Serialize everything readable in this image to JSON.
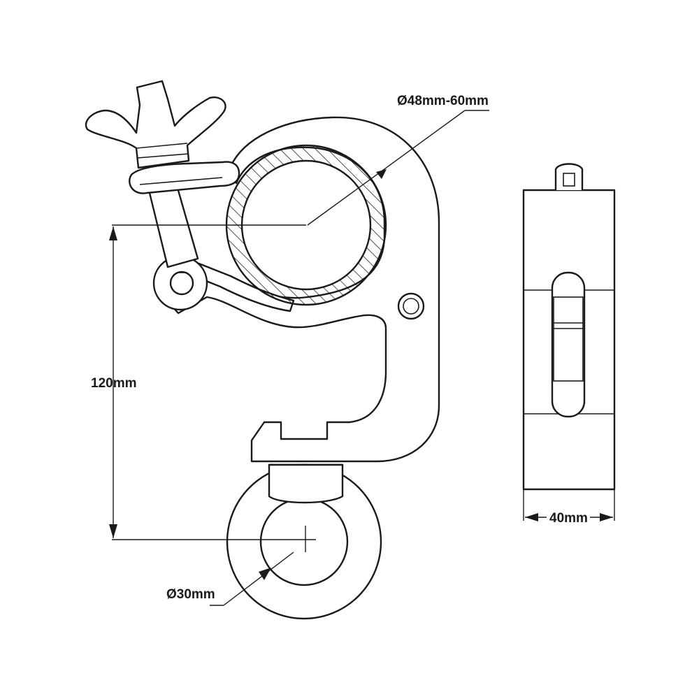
{
  "dimensions": {
    "tube_diameter": "Ø48mm-60mm",
    "height": "120mm",
    "eye_diameter": "Ø30mm",
    "width": "40mm"
  },
  "colors": {
    "line": "#1a1a1a",
    "background": "#ffffff"
  }
}
